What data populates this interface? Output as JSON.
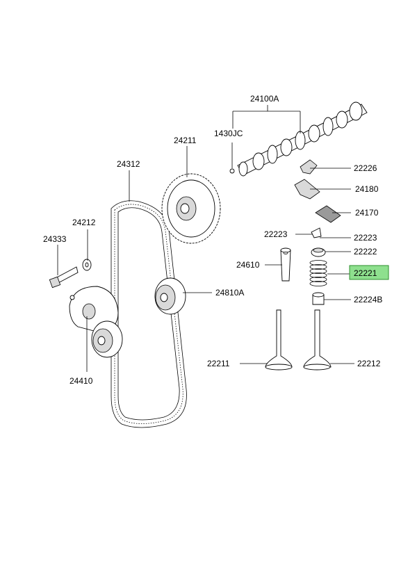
{
  "diagram": {
    "highlight_color": "#8ee08e",
    "parts": [
      {
        "id": "p24100a",
        "label": "24100A"
      },
      {
        "id": "p1430jc",
        "label": "1430JC"
      },
      {
        "id": "p24211",
        "label": "24211"
      },
      {
        "id": "p24312",
        "label": "24312"
      },
      {
        "id": "p24212",
        "label": "24212"
      },
      {
        "id": "p24333",
        "label": "24333"
      },
      {
        "id": "p22226",
        "label": "22226"
      },
      {
        "id": "p24180",
        "label": "24180"
      },
      {
        "id": "p24170",
        "label": "24170"
      },
      {
        "id": "p22223a",
        "label": "22223"
      },
      {
        "id": "p22223b",
        "label": "22223"
      },
      {
        "id": "p22222",
        "label": "22222"
      },
      {
        "id": "p24610",
        "label": "24610"
      },
      {
        "id": "p22221",
        "label": "22221"
      },
      {
        "id": "p24810a",
        "label": "24810A"
      },
      {
        "id": "p22224b",
        "label": "22224B"
      },
      {
        "id": "p24410",
        "label": "24410"
      },
      {
        "id": "p22211",
        "label": "22211"
      },
      {
        "id": "p22212",
        "label": "22212"
      }
    ]
  }
}
